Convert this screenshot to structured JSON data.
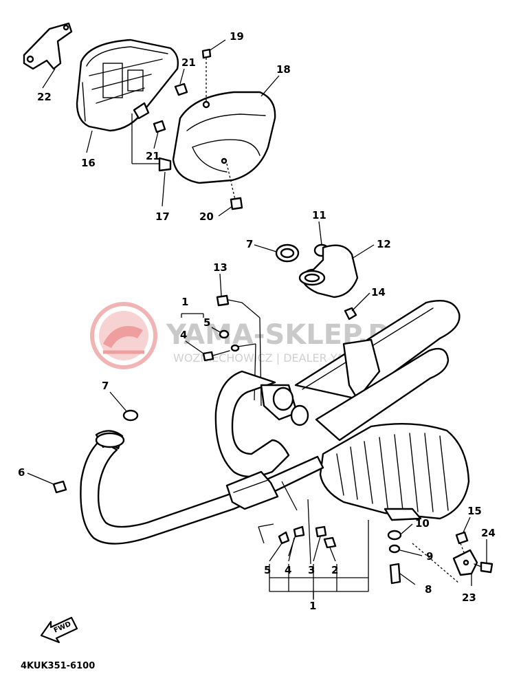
{
  "diagram": {
    "part_code": "4KUK351-6100",
    "fwd_label": "FWD",
    "callouts": [
      "19",
      "21",
      "18",
      "22",
      "21",
      "16",
      "17",
      "20",
      "7",
      "11",
      "12",
      "13",
      "1",
      "5",
      "4",
      "14",
      "7",
      "6",
      "15",
      "10",
      "24",
      "9",
      "5",
      "4",
      "3",
      "2",
      "8",
      "23",
      "1"
    ]
  },
  "watermark": {
    "brand": "YAMA-SKLEP.PL",
    "subtitle": "WOZNIECHOWICZ | DEALER YAMAHA",
    "color": "#e05a5a"
  }
}
